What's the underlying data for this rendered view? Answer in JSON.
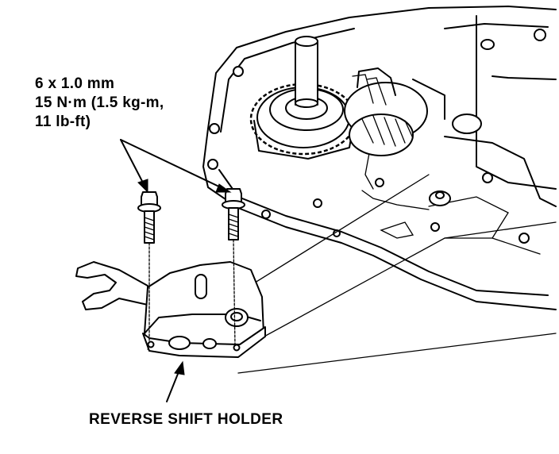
{
  "bolt_spec": {
    "line1": "6 x 1.0 mm",
    "line2": "15 N·m (1.5 kg-m,",
    "line3": "11 lb-ft)"
  },
  "part_label": "REVERSE SHIFT HOLDER",
  "icons": [
    "bolt-icon",
    "arrow-icon"
  ],
  "colors": {
    "ink": "#000000",
    "paper": "#ffffff"
  }
}
